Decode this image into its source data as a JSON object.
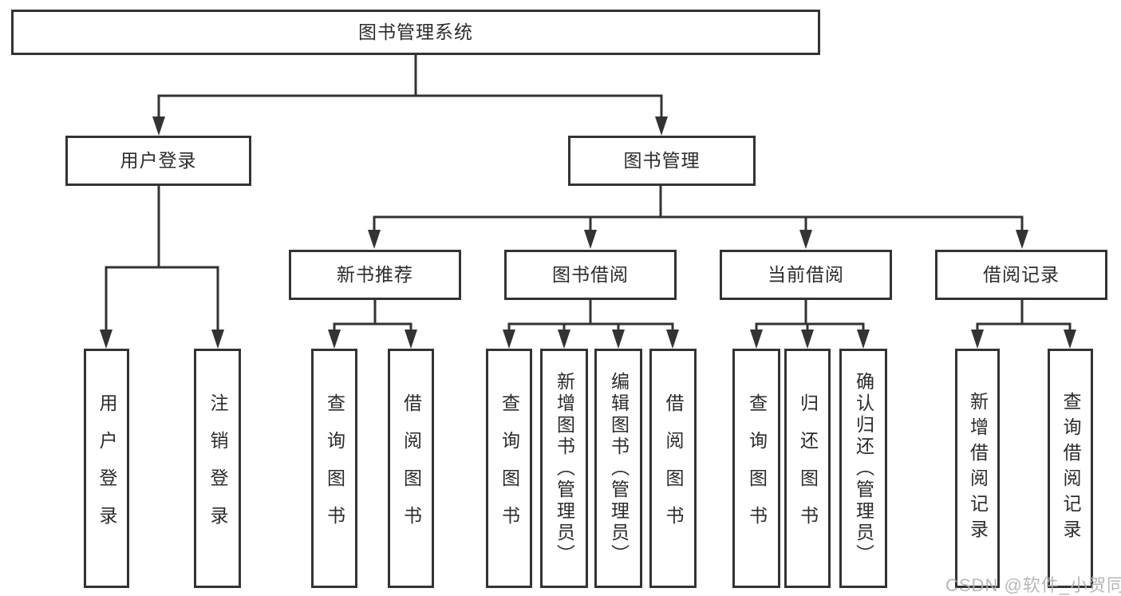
{
  "diagram": {
    "root": {
      "label": "图书管理系统"
    },
    "level2": {
      "user_login": {
        "label": "用户登录"
      },
      "book_mgmt": {
        "label": "图书管理"
      }
    },
    "level3": {
      "new_book_rec": {
        "label": "新书推荐"
      },
      "book_borrow": {
        "label": "图书借阅"
      },
      "current_borrow": {
        "label": "当前借阅"
      },
      "borrow_records": {
        "label": "借阅记录"
      }
    },
    "leaves": {
      "user_login": {
        "login": "用户登录",
        "logout": "注销登录"
      },
      "new_book_rec": {
        "query": "查询图书",
        "borrow": "借阅图书"
      },
      "book_borrow": {
        "query": "查询图书",
        "add": "新增图书（管理员）",
        "edit": "编辑图书（管理员）",
        "borrow": "借阅图书"
      },
      "current_borrow": {
        "query": "查询图书",
        "return": "归还图书",
        "confirm": "确认归还（管理员）"
      },
      "borrow_records": {
        "add": "新增借阅记录",
        "query": "查询借阅记录"
      }
    }
  },
  "watermark": {
    "text": "CSDN @软件_小贺同学"
  },
  "colors": {
    "line": "#333333",
    "box_border": "#333333",
    "box_bg": "#ffffff",
    "text": "#2b2b2b",
    "watermark": "#b0b0b0"
  }
}
